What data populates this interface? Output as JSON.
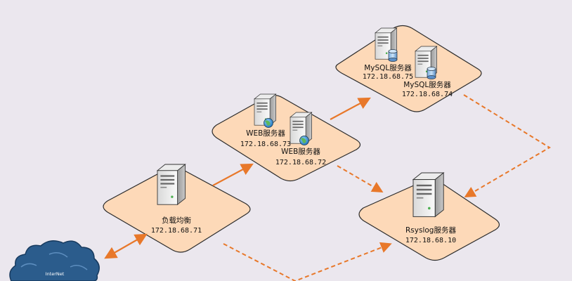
{
  "diagram": {
    "nodes": {
      "mysql_a": {
        "name": "MySQL服务器",
        "ip": "172.18.68.75"
      },
      "mysql_b": {
        "name": "MySQL服务器",
        "ip": "172.18.68.74"
      },
      "web_a": {
        "name": "WEB服务器",
        "ip": "172.18.68.73"
      },
      "web_b": {
        "name": "WEB服务器",
        "ip": "172.18.68.72"
      },
      "lb": {
        "name": "负载均衡",
        "ip": "172.18.68.71"
      },
      "rsyslog": {
        "name": "Rsyslog服务器",
        "ip": "172.18.68.10"
      },
      "internet": {
        "name": "InterNet"
      }
    },
    "colors": {
      "background": "#ebe7ee",
      "zone_fill": "#fdd9b8",
      "zone_stroke": "#2b2b2b",
      "arrow_solid": "#e8782a",
      "arrow_dashed": "#e8782a",
      "cloud": "#2b5c8c"
    },
    "icons": [
      "server-icon",
      "database-icon",
      "globe-icon",
      "cloud-icon"
    ]
  }
}
